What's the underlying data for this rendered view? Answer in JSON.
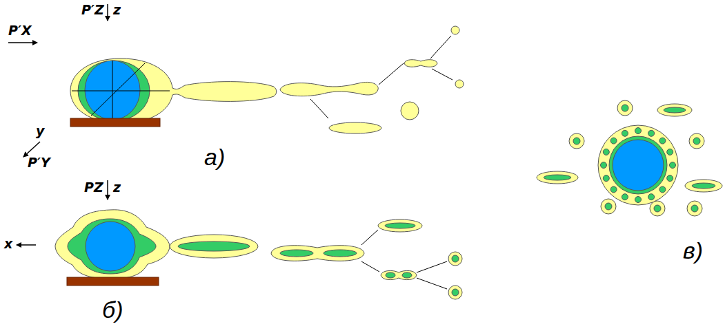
{
  "diagram": {
    "labels": [
      "P′Z",
      "z",
      "P′X",
      "y",
      "P′Y",
      "а)",
      "PZ",
      "z",
      "x",
      "б)",
      "в)"
    ]
  }
}
